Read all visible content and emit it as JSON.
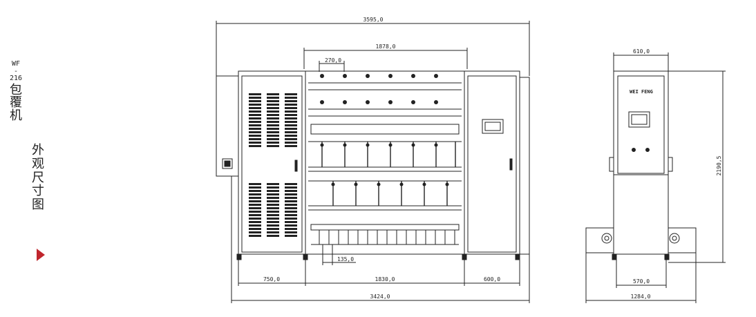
{
  "side_title": {
    "model_line1": "WF",
    "model_line2": "-",
    "model_line3": "216",
    "name": "包覆机",
    "subtitle": "外观尺寸图"
  },
  "front_view": {
    "dim_overall_top": "3595,0",
    "dim_inner_top": "1878,0",
    "dim_spindle_pitch": "270,0",
    "dim_bottom_pitch": "135,0",
    "dim_left_section": "750,0",
    "dim_center_section": "1830,0",
    "dim_right_section": "600,0",
    "dim_overall_bottom": "3424,0"
  },
  "side_view": {
    "dim_width_top": "610,0",
    "dim_height": "2190,5",
    "dim_base_inner": "570,0",
    "dim_base_outer": "1284,0",
    "brand_label": "WEI FENG"
  },
  "colors": {
    "line": "#222222",
    "accent": "#c0262d"
  }
}
